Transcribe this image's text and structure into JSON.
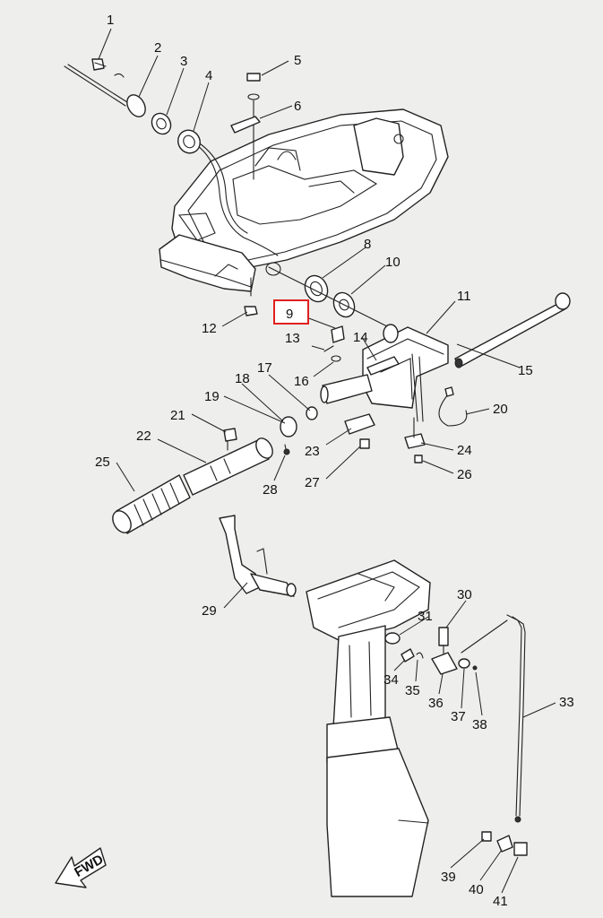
{
  "highlight": {
    "label": "9",
    "color": "#e02020"
  },
  "fwd_text": "FWD",
  "callouts": [
    "1",
    "2",
    "3",
    "4",
    "5",
    "6",
    "8",
    "10",
    "11",
    "12",
    "13",
    "14",
    "15",
    "16",
    "17",
    "18",
    "19",
    "20",
    "21",
    "22",
    "23",
    "24",
    "25",
    "26",
    "27",
    "28",
    "29",
    "30",
    "31",
    "33",
    "34",
    "35",
    "36",
    "37",
    "38",
    "39",
    "40",
    "41"
  ]
}
